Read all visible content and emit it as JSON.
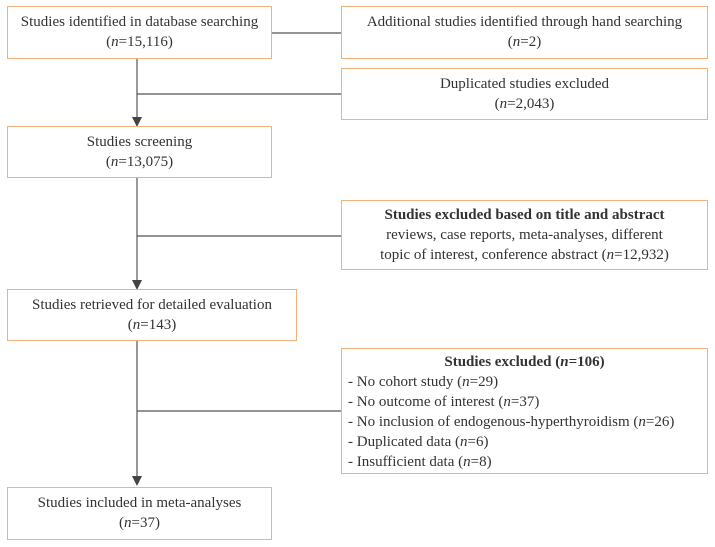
{
  "boxes": {
    "identified": {
      "label": "Studies identified in database searching",
      "n": "15,116"
    },
    "hand": {
      "label": "Additional studies identified through hand searching",
      "n": "2"
    },
    "duplicates": {
      "label": "Duplicated studies excluded",
      "n": "2,043"
    },
    "screening": {
      "label": "Studies screening",
      "n": "13,075"
    },
    "excluded_title": {
      "title": "Studies excluded based on title and abstract",
      "line1": "reviews, case reports, meta-analyses, different",
      "line2": "topic of interest, conference abstract",
      "n": "12,932"
    },
    "retrieved": {
      "label": "Studies retrieved for detailed evaluation",
      "n": "143"
    },
    "excluded": {
      "title": "Studies excluded",
      "n": "106",
      "items": [
        {
          "label": "- No cohort study",
          "n": "29"
        },
        {
          "label": "- No outcome of interest",
          "n": "37"
        },
        {
          "label": "- No inclusion of endogenous-hyperthyroidism",
          "n": "26"
        },
        {
          "label": "- Duplicated data",
          "n": "6"
        },
        {
          "label": "- Insufficient data",
          "n": "8"
        }
      ]
    },
    "included": {
      "label": "Studies included in meta-analyses",
      "n": "37"
    }
  },
  "n_symbol": "n",
  "colors": {
    "box_border": "#f0b27a",
    "connector": "#555555",
    "text": "#333333"
  }
}
